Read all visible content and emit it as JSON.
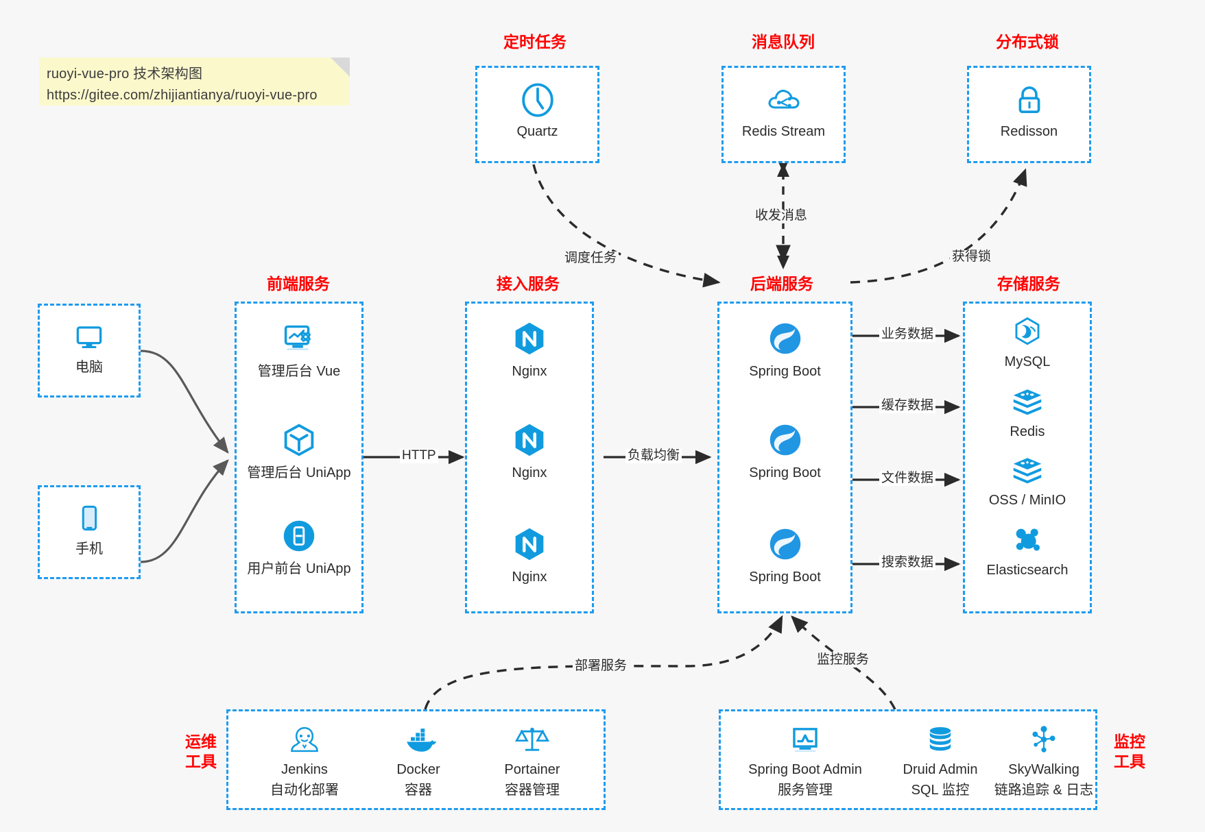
{
  "note": {
    "line1": "ruoyi-vue-pro 技术架构图",
    "line2": "https://gitee.com/zhijiantianya/ruoyi-vue-pro"
  },
  "colors": {
    "accent_blue": "#1e9bef",
    "group_title_red": "#ff0000",
    "icon_blue": "#119bdf",
    "edge_dark": "#2b2b2b",
    "edge_grey": "#595959",
    "note_yellow": "#fbf8cc",
    "background": "#f7f7f7"
  },
  "groups": {
    "scheduled_task": {
      "title": "定时任务",
      "nodes": [
        {
          "label": "Quartz",
          "icon": "clock-icon"
        }
      ]
    },
    "message_queue": {
      "title": "消息队列",
      "nodes": [
        {
          "label": "Redis Stream",
          "icon": "cloud-stream-icon"
        }
      ]
    },
    "distributed_lock": {
      "title": "分布式锁",
      "nodes": [
        {
          "label": "Redisson",
          "icon": "lock-icon"
        }
      ]
    },
    "clients": {
      "nodes": [
        {
          "label": "电脑",
          "icon": "desktop-monitor-icon"
        },
        {
          "label": "手机",
          "icon": "mobile-phone-icon"
        }
      ]
    },
    "frontend": {
      "title": "前端服务",
      "nodes": [
        {
          "label": "管理后台 Vue",
          "icon": "dashboard-gear-icon"
        },
        {
          "label": "管理后台 UniApp",
          "icon": "cube-icon"
        },
        {
          "label": "用户前台 UniApp",
          "icon": "mobile-app-icon"
        }
      ]
    },
    "gateway": {
      "title": "接入服务",
      "nodes": [
        {
          "label": "Nginx",
          "icon": "nginx-icon"
        },
        {
          "label": "Nginx",
          "icon": "nginx-icon"
        },
        {
          "label": "Nginx",
          "icon": "nginx-icon"
        }
      ]
    },
    "backend": {
      "title": "后端服务",
      "nodes": [
        {
          "label": "Spring Boot",
          "icon": "spring-boot-icon"
        },
        {
          "label": "Spring Boot",
          "icon": "spring-boot-icon"
        },
        {
          "label": "Spring Boot",
          "icon": "spring-boot-icon"
        }
      ]
    },
    "storage": {
      "title": "存储服务",
      "nodes": [
        {
          "label": "MySQL",
          "icon": "mysql-dolphin-icon"
        },
        {
          "label": "Redis",
          "icon": "redis-stack-icon"
        },
        {
          "label": "OSS / MinIO",
          "icon": "object-storage-icon"
        },
        {
          "label": "Elasticsearch",
          "icon": "elasticsearch-icon"
        }
      ]
    },
    "devops": {
      "title_line1": "运维",
      "title_line2": "工具",
      "nodes": [
        {
          "label": "Jenkins",
          "sublabel": "自动化部署",
          "icon": "jenkins-butler-icon"
        },
        {
          "label": "Docker",
          "sublabel": "容器",
          "icon": "docker-whale-icon"
        },
        {
          "label": "Portainer",
          "sublabel": "容器管理",
          "icon": "balance-scale-icon"
        }
      ]
    },
    "monitoring": {
      "title_line1": "监控",
      "title_line2": "工具",
      "nodes": [
        {
          "label": "Spring Boot Admin",
          "sublabel": "服务管理",
          "icon": "monitor-chart-icon"
        },
        {
          "label": "Druid Admin",
          "sublabel": "SQL 监控",
          "icon": "database-cylinder-icon"
        },
        {
          "label": "SkyWalking",
          "sublabel": "链路追踪 & 日志",
          "icon": "node-graph-icon"
        }
      ]
    }
  },
  "edges": [
    {
      "label": "HTTP",
      "from": "frontend",
      "to": "gateway"
    },
    {
      "label": "负载均衡",
      "from": "gateway",
      "to": "backend"
    },
    {
      "label": "调度任务",
      "from": "scheduled_task",
      "to": "backend"
    },
    {
      "label": "收发消息",
      "from": "message_queue",
      "to": "backend"
    },
    {
      "label": "获得锁",
      "from": "backend",
      "to": "distributed_lock"
    },
    {
      "label": "业务数据",
      "from": "backend",
      "to": "storage"
    },
    {
      "label": "缓存数据",
      "from": "backend",
      "to": "storage"
    },
    {
      "label": "文件数据",
      "from": "backend",
      "to": "storage"
    },
    {
      "label": "搜索数据",
      "from": "backend",
      "to": "storage"
    },
    {
      "label": "部署服务",
      "from": "devops",
      "to": "backend"
    },
    {
      "label": "监控服务",
      "from": "monitoring",
      "to": "backend"
    }
  ]
}
